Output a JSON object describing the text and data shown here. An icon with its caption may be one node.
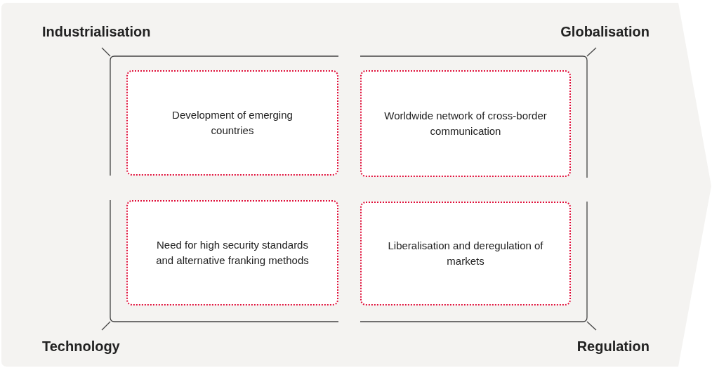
{
  "diagram": {
    "nodes": [
      {
        "text": [
          "Development of emerging countries"
        ]
      },
      {
        "text": [
          "Worldwide network of cross-border communication"
        ]
      },
      {
        "text": [
          "Need for high security standards and alternative franking methods"
        ]
      },
      {
        "text": [
          "Liberalisation and deregulation of markets"
        ]
      }
    ],
    "labels": [
      "Industrialisation",
      "Globalisation",
      "Technology",
      "Regulation"
    ]
  }
}
